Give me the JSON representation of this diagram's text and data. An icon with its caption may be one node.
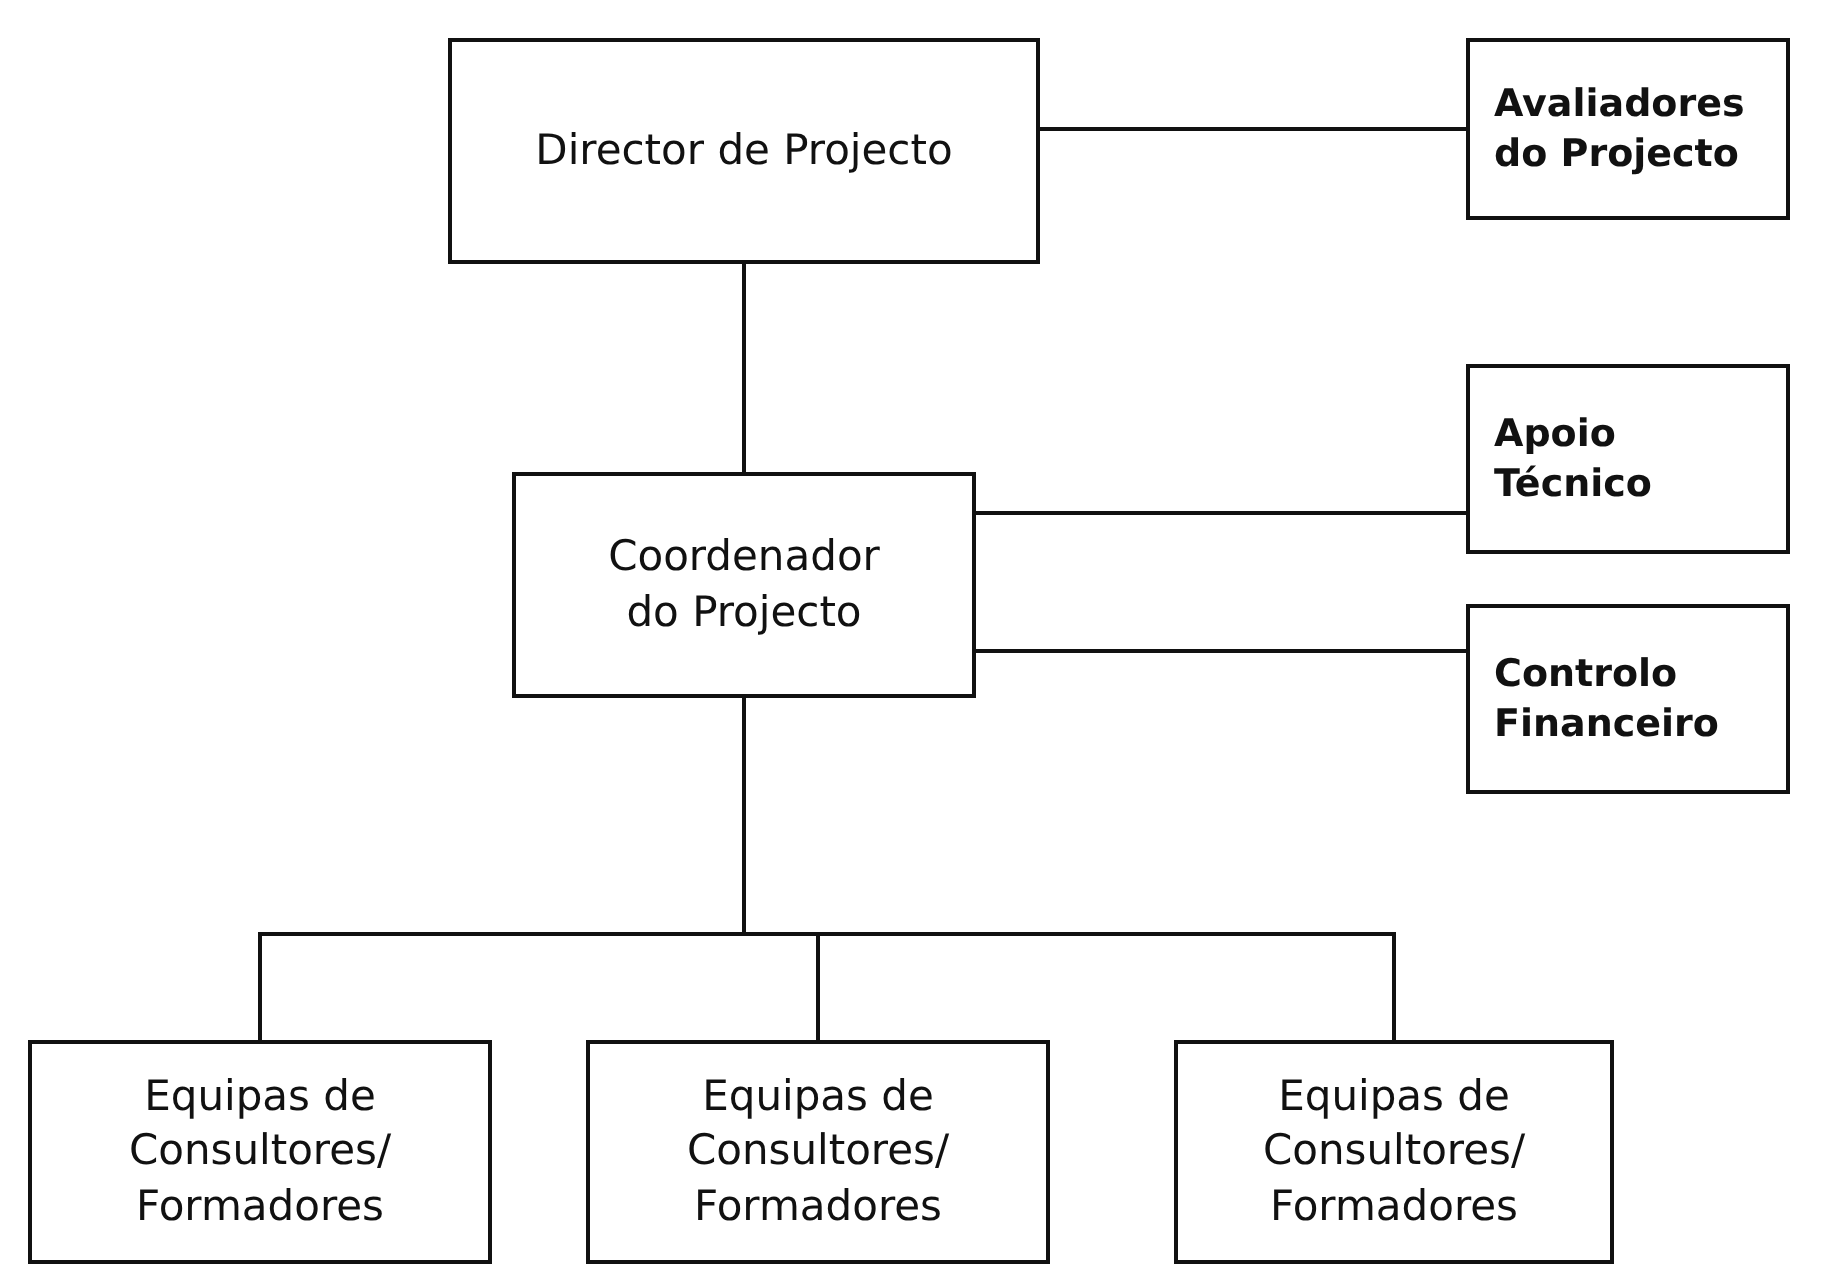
{
  "diagram": {
    "nodes": [
      {
        "text": [
          "Director de Projecto"
        ]
      },
      {
        "text": [
          "Avaliadores do Projecto"
        ]
      },
      {
        "text": [
          "Coordenador do Projecto"
        ]
      },
      {
        "text": [
          "Apoio Técnico"
        ]
      },
      {
        "text": [
          "Controlo Financeiro"
        ]
      },
      {
        "text": [
          "Equipas de Consultores/ Formadores"
        ]
      },
      {
        "text": [
          "Equipas de Consultores/ Formadores"
        ]
      },
      {
        "text": [
          "Equipas de Consultores/ Formadores"
        ]
      }
    ],
    "edges": [
      {
        "from": 0,
        "to": 1,
        "arrow": "none"
      },
      {
        "from": 0,
        "to": 2,
        "arrow": "none"
      },
      {
        "from": 2,
        "to": 3,
        "arrow": "none"
      },
      {
        "from": 2,
        "to": 4,
        "arrow": "none"
      },
      {
        "from": 2,
        "to": 5,
        "arrow": "none"
      },
      {
        "from": 2,
        "to": 6,
        "arrow": "none"
      },
      {
        "from": 2,
        "to": 7,
        "arrow": "none"
      }
    ]
  }
}
